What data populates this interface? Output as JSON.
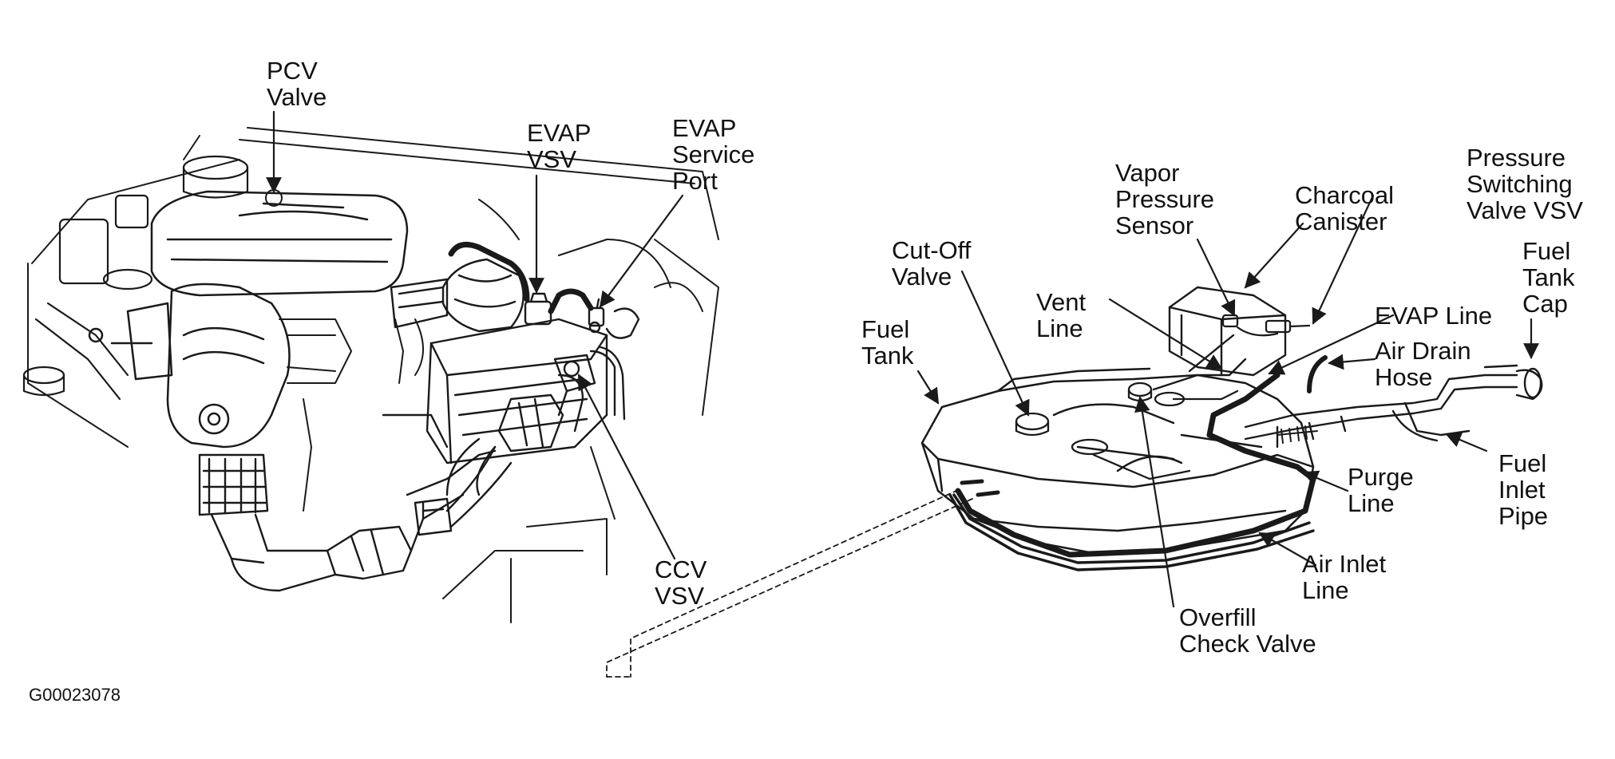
{
  "figure_code": "G00023078",
  "labels": {
    "pcv_valve": "PCV\nValve",
    "evap_vsv": "EVAP\nVSV",
    "evap_service_port": "EVAP\nService\nPort",
    "ccv_vsv": "CCV\nVSV",
    "vapor_pressure_sensor": "Vapor\nPressure\nSensor",
    "charcoal_canister": "Charcoal\nCanister",
    "pressure_switching_valve_vsv": "Pressure\nSwitching\nValve VSV",
    "cut_off_valve": "Cut-Off\nValve",
    "vent_line": "Vent\nLine",
    "evap_line": "EVAP Line",
    "air_drain_hose": "Air Drain\nHose",
    "fuel_tank_cap": "Fuel\nTank\nCap",
    "fuel_tank": "Fuel\nTank",
    "purge_line": "Purge\nLine",
    "fuel_inlet_pipe": "Fuel\nInlet\nPipe",
    "air_inlet_line": "Air Inlet\nLine",
    "overfill_check_valve": "Overfill\nCheck Valve"
  }
}
